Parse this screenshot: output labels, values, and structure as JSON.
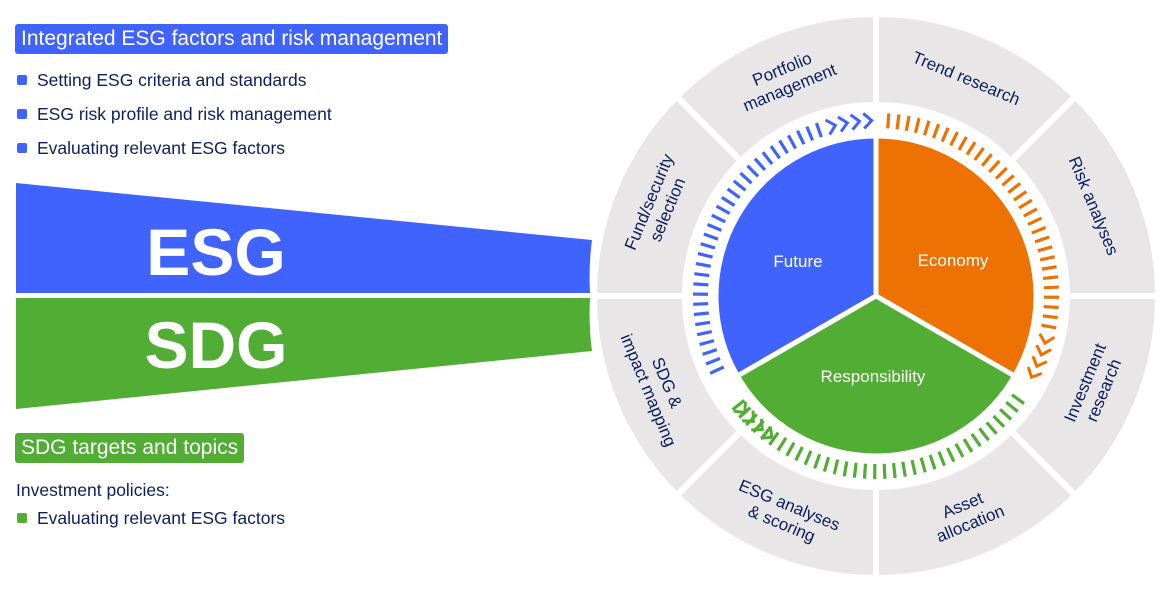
{
  "esg_section": {
    "heading": "Integrated ESG factors and risk management",
    "bullets": [
      "Setting ESG criteria and standards",
      "ESG risk profile and risk management",
      "Evaluating relevant ESG factors"
    ]
  },
  "bands": {
    "esg_label": "ESG",
    "sdg_label": "SDG"
  },
  "sdg_section": {
    "heading": "SDG targets and topics",
    "intro": "Investment policies:",
    "bullets": [
      "Evaluating relevant ESG factors"
    ]
  },
  "wheel": {
    "pie": [
      {
        "label": "Future",
        "color": "#4063fe"
      },
      {
        "label": "Economy",
        "color": "#ee7203"
      },
      {
        "label": "Responsibility",
        "color": "#52ad34"
      }
    ],
    "outer_segments": [
      {
        "lines": [
          "Portfolio",
          "management"
        ]
      },
      {
        "lines": [
          "Trend research"
        ]
      },
      {
        "lines": [
          "Risk analyses"
        ]
      },
      {
        "lines": [
          "Investment",
          "research"
        ]
      },
      {
        "lines": [
          "Asset",
          "allocation"
        ]
      },
      {
        "lines": [
          "ESG analyses",
          "& scoring"
        ]
      },
      {
        "lines": [
          "SDG &",
          "impact mapping"
        ]
      },
      {
        "lines": [
          "Fund/security",
          "selection"
        ]
      }
    ],
    "ring_color": "#e8e6e6"
  },
  "colors": {
    "esg_blue": "#4063fe",
    "sdg_green": "#52ad34",
    "economy_orange": "#ee7203",
    "text_navy": "#0c1f5e"
  }
}
